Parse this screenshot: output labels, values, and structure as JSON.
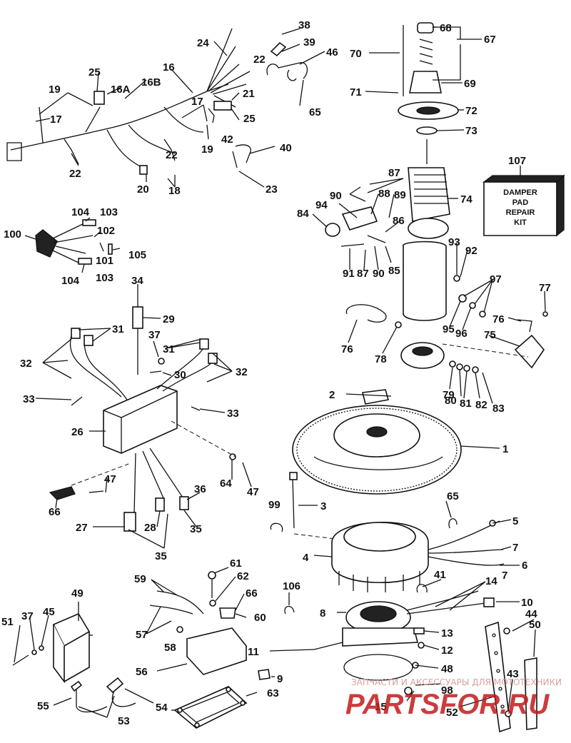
{
  "labels": [
    "1",
    "2",
    "3",
    "4",
    "5",
    "6",
    "7",
    "8",
    "9",
    "10",
    "11",
    "12",
    "13",
    "14",
    "15",
    "16",
    "16A",
    "16B",
    "17",
    "18",
    "19",
    "20",
    "21",
    "22",
    "23",
    "24",
    "25",
    "26",
    "27",
    "28",
    "29",
    "30",
    "31",
    "32",
    "33",
    "34",
    "35",
    "36",
    "37",
    "38",
    "39",
    "40",
    "41",
    "42",
    "43",
    "44",
    "45",
    "46",
    "47",
    "48",
    "49",
    "50",
    "51",
    "52",
    "53",
    "54",
    "55",
    "56",
    "57",
    "58",
    "59",
    "60",
    "61",
    "62",
    "63",
    "64",
    "65",
    "66",
    "67",
    "68",
    "69",
    "70",
    "71",
    "72",
    "73",
    "74",
    "75",
    "76",
    "77",
    "78",
    "79",
    "80",
    "81",
    "82",
    "83",
    "84",
    "85",
    "86",
    "87",
    "88",
    "89",
    "90",
    "91",
    "92",
    "93",
    "94",
    "95",
    "96",
    "97",
    "98",
    "99",
    "100",
    "101",
    "102",
    "103",
    "104",
    "105",
    "106",
    "107"
  ],
  "kit_box": {
    "number": "107",
    "lines": [
      "DAMPER",
      "PAD",
      "REPAIR",
      "KIT"
    ]
  },
  "watermark": {
    "top": "ЗАПЧАСТИ И АКСЕССУАРЫ ДЛЯ МОТОТЕХНИКИ",
    "brand": "PARTSFOR.RU"
  }
}
